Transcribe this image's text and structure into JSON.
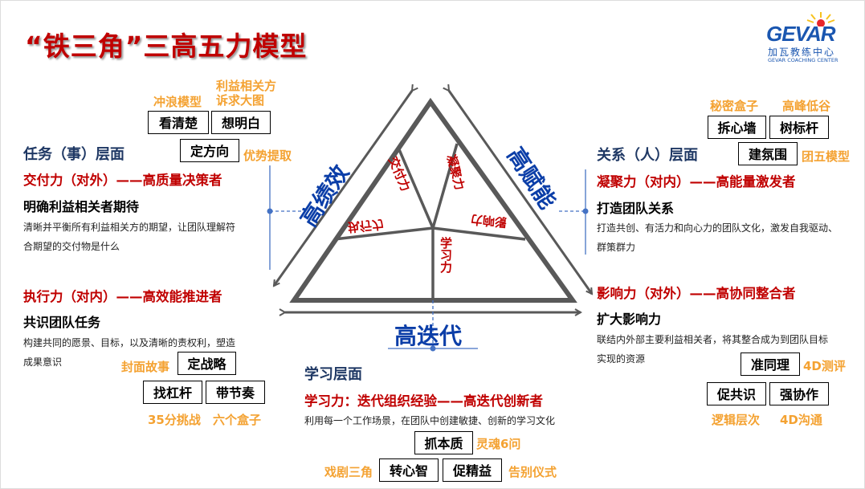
{
  "title": "“铁三角”三高五力模型",
  "logo": {
    "brand": "GEVAR",
    "cn": "加瓦教练中心",
    "en": "GEVAR COACHING CENTER"
  },
  "triangle": {
    "left_side": "高绩效",
    "right_side": "高赋能",
    "bottom_side": "高迭代",
    "inner": {
      "deliver": "交付力",
      "cohesion": "凝聚力",
      "execute": "执行力",
      "influence": "影响力",
      "learn": "学习力"
    }
  },
  "task": {
    "heading": "任务（事）层面",
    "deliver": {
      "title": "交付力（对外）——高质量决策者",
      "sub": "明确利益相关者期待",
      "desc1": "清晰并平衡所有利益相关方的期望，让团队理解符",
      "desc2": "合期望的交付物是什么"
    },
    "execute": {
      "title": "执行力（对内）——高效能推进者",
      "sub": "共识团队任务",
      "desc1": "构建共同的愿景、目标，以及清晰的责权利，塑造",
      "desc2": "成果意识"
    },
    "tools_top": {
      "tag1": "冲浪模型",
      "tag2a": "利益相关方",
      "tag2b": "诉求大图",
      "box1": "看清楚",
      "box2": "想明白",
      "box3": "定方向",
      "tag3": "优势提取"
    },
    "tools_bottom": {
      "tag1": "封面故事",
      "box1": "定战略",
      "box2": "找杠杆",
      "box3": "带节奏",
      "tag2": "35分挑战",
      "tag3": "六个盒子"
    }
  },
  "relation": {
    "heading": "关系（人）层面",
    "cohesion": {
      "title": "凝聚力（对内）——高能量激发者",
      "sub": "打造团队关系",
      "desc1": "打造共创、有活力和向心力的团队文化，激发自我驱动、",
      "desc2": "群策群力"
    },
    "influence": {
      "title": "影响力（对外）——高协同整合者",
      "sub": "扩大影响力",
      "desc1": "联结内外部主要利益相关者，将其整合成为到团队目标",
      "desc2": "实现的资源"
    },
    "tools_top": {
      "tag1": "秘密盒子",
      "tag2": "高峰低谷",
      "box1": "拆心墙",
      "box2": "树标杆",
      "box3": "建氛围",
      "tag3": "团五模型"
    },
    "tools_bottom": {
      "box1": "准同理",
      "tag1": "4D测评",
      "box2": "促共识",
      "box3": "强协作",
      "tag2": "逻辑层次",
      "tag3": "4D沟通"
    }
  },
  "learning": {
    "heading": "学习层面",
    "title": "学习力：迭代组织经验——高迭代创新者",
    "desc": "利用每一个工作场景，在团队中创建敏捷、创新的学习文化",
    "box1": "抓本质",
    "tag1": "灵魂6问",
    "tag2": "戏剧三角",
    "box2": "转心智",
    "box3": "促精益",
    "tag3": "告别仪式"
  },
  "colors": {
    "title": "#c00000",
    "heading": "#1f3864",
    "accent_red": "#c00000",
    "tag_orange": "#f4a232",
    "side_blue": "#0b3ea8",
    "line_gray": "#595959"
  }
}
